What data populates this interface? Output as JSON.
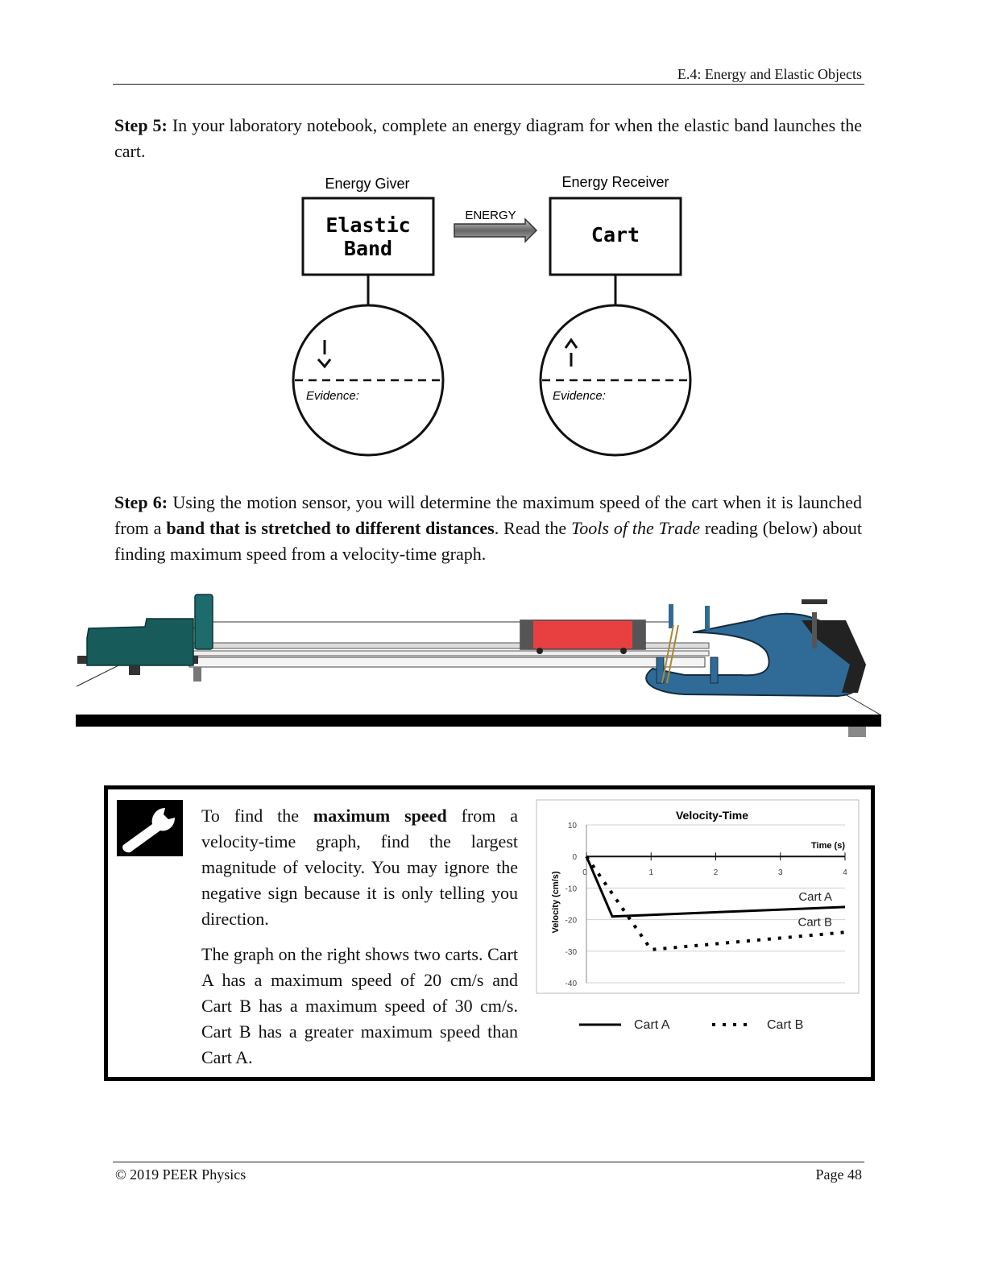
{
  "header": {
    "title": "E.4: Energy and Elastic Objects"
  },
  "step5": {
    "label": "Step 5:",
    "text": "In your laboratory notebook, complete an energy diagram for when the elastic band launches the cart."
  },
  "energy_diagram": {
    "giver_heading": "Energy Giver",
    "receiver_heading": "Energy Receiver",
    "arrow_label": "ENERGY",
    "giver_line1": "Elastic",
    "giver_line2": "Band",
    "receiver": "Cart",
    "evidence_label_left": "Evidence:",
    "evidence_label_right": "Evidence:"
  },
  "step6": {
    "label": "Step 6:",
    "text1": "Using the motion sensor, you will determine the maximum speed of the cart when it is launched from a ",
    "bold": "band that is stretched to different distances",
    "text2": ".   Read the ",
    "italic1": "Tools of the Trade",
    "text3": " reading (below) about finding maximum speed from a velocity-time graph."
  },
  "tools": {
    "p1_a": "To find the ",
    "p1_bold": "maximum speed",
    "p1_b": " from a velocity-time graph, find the largest magnitude of velocity.  You may ignore the negative sign because it is only telling you direction.",
    "p2": "The graph on the right shows two carts.  Cart A has a maximum speed of 20 cm/s and Cart B has a maximum speed of 30 cm/s.  Cart B has a greater maximum speed than Cart A.",
    "icon": "wrench-icon"
  },
  "chart_data": {
    "type": "line",
    "title": "Velocity-Time",
    "xlabel": "Time (s)",
    "ylabel": "Velocity (cm/s)",
    "xlim": [
      0,
      4
    ],
    "ylim": [
      -40,
      10
    ],
    "x_ticks": [
      "0",
      "1",
      "2",
      "3",
      "4"
    ],
    "y_ticks": [
      "10",
      "0",
      "-10",
      "-20",
      "-30",
      "-40"
    ],
    "series": [
      {
        "name": "Cart A",
        "style": "solid",
        "x": [
          0,
          0.4,
          4
        ],
        "y": [
          0,
          -19,
          -16
        ]
      },
      {
        "name": "Cart B",
        "style": "dotted",
        "x": [
          0,
          1,
          4
        ],
        "y": [
          0,
          -29.5,
          -24
        ]
      }
    ],
    "legend": [
      "Cart A",
      "Cart B"
    ],
    "legend_position": "bottom"
  },
  "footer": {
    "copyright": "© 2019 PEER Physics",
    "page": "Page 48"
  }
}
